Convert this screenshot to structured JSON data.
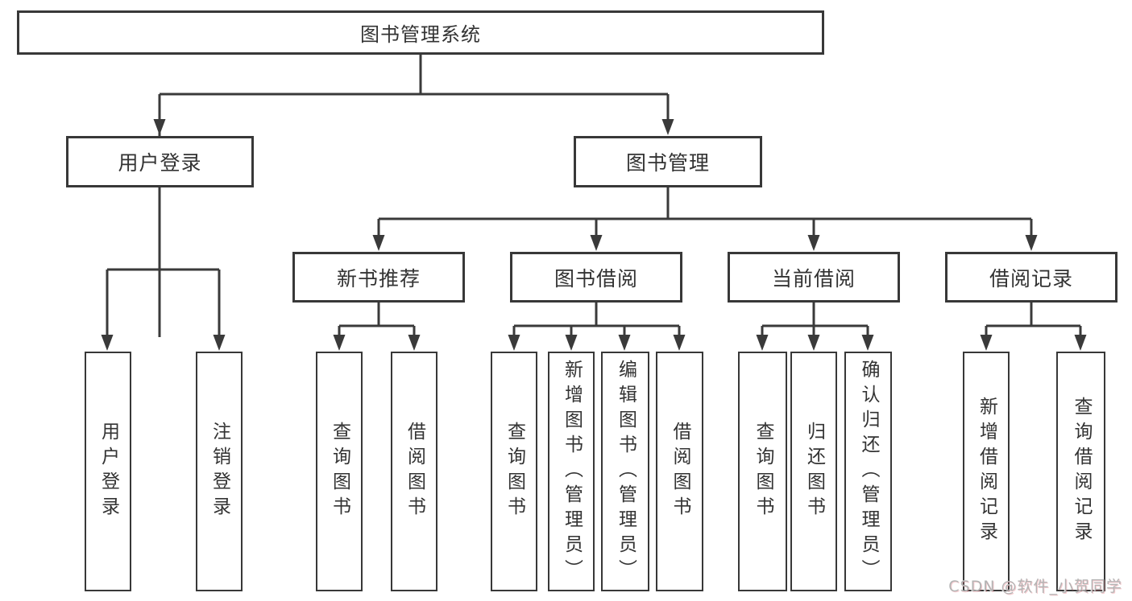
{
  "diagram_title": "图书管理系统",
  "tree": {
    "root": {
      "label": "图书管理系统",
      "children": [
        {
          "label": "用户登录",
          "children": [
            {
              "label": "用户登录"
            },
            {
              "label": "注销登录"
            }
          ]
        },
        {
          "label": "图书管理",
          "children": [
            {
              "label": "新书推荐",
              "children": [
                {
                  "label": "查询图书"
                },
                {
                  "label": "借阅图书"
                }
              ]
            },
            {
              "label": "图书借阅",
              "children": [
                {
                  "label": "查询图书"
                },
                {
                  "label": "新增图书（管理员）"
                },
                {
                  "label": "编辑图书（管理员）"
                },
                {
                  "label": "借阅图书"
                }
              ]
            },
            {
              "label": "当前借阅",
              "children": [
                {
                  "label": "查询图书"
                },
                {
                  "label": "归还图书"
                },
                {
                  "label": "确认归还（管理员）"
                }
              ]
            },
            {
              "label": "借阅记录",
              "children": [
                {
                  "label": "新增借阅记录"
                },
                {
                  "label": "查询借阅记录"
                }
              ]
            }
          ]
        }
      ]
    }
  },
  "watermark": {
    "text": "CSDN @软件_小贺同学"
  },
  "colors": {
    "line": "#3a3a3a",
    "box_border": "#383838",
    "text": "#333333",
    "background": "#ffffff",
    "watermark_text": "#b4b4b4"
  }
}
